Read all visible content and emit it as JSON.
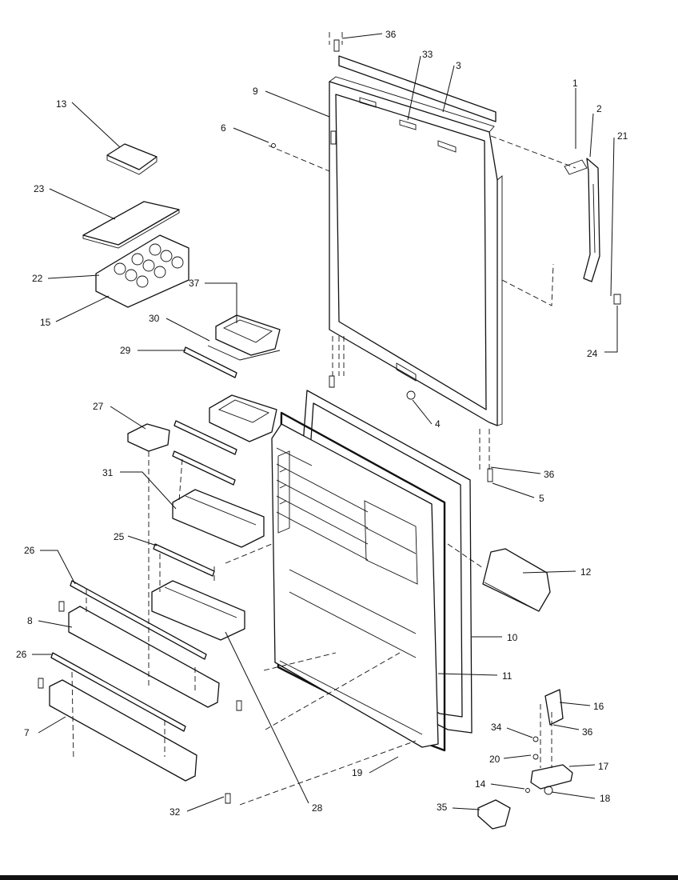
{
  "callouts": [
    {
      "id": "c1",
      "label": "1"
    },
    {
      "id": "c2",
      "label": "2"
    },
    {
      "id": "c3",
      "label": "3"
    },
    {
      "id": "c4",
      "label": "4"
    },
    {
      "id": "c5",
      "label": "5"
    },
    {
      "id": "c6",
      "label": "6"
    },
    {
      "id": "c7",
      "label": "7"
    },
    {
      "id": "c8",
      "label": "8"
    },
    {
      "id": "c9",
      "label": "9"
    },
    {
      "id": "c10",
      "label": "10"
    },
    {
      "id": "c11",
      "label": "11"
    },
    {
      "id": "c12",
      "label": "12"
    },
    {
      "id": "c13",
      "label": "13"
    },
    {
      "id": "c14",
      "label": "14"
    },
    {
      "id": "c15",
      "label": "15"
    },
    {
      "id": "c16",
      "label": "16"
    },
    {
      "id": "c17",
      "label": "17"
    },
    {
      "id": "c18",
      "label": "18"
    },
    {
      "id": "c19",
      "label": "19"
    },
    {
      "id": "c20",
      "label": "20"
    },
    {
      "id": "c21",
      "label": "21"
    },
    {
      "id": "c22",
      "label": "22"
    },
    {
      "id": "c23",
      "label": "23"
    },
    {
      "id": "c24",
      "label": "24"
    },
    {
      "id": "c25",
      "label": "25"
    },
    {
      "id": "c26a",
      "label": "26"
    },
    {
      "id": "c26b",
      "label": "26"
    },
    {
      "id": "c27",
      "label": "27"
    },
    {
      "id": "c28",
      "label": "28"
    },
    {
      "id": "c29",
      "label": "29"
    },
    {
      "id": "c30",
      "label": "30"
    },
    {
      "id": "c31",
      "label": "31"
    },
    {
      "id": "c32",
      "label": "32"
    },
    {
      "id": "c33",
      "label": "33"
    },
    {
      "id": "c34",
      "label": "34"
    },
    {
      "id": "c35",
      "label": "35"
    },
    {
      "id": "c36a",
      "label": "36"
    },
    {
      "id": "c36b",
      "label": "36"
    },
    {
      "id": "c36c",
      "label": "36"
    },
    {
      "id": "c37",
      "label": "37"
    }
  ]
}
